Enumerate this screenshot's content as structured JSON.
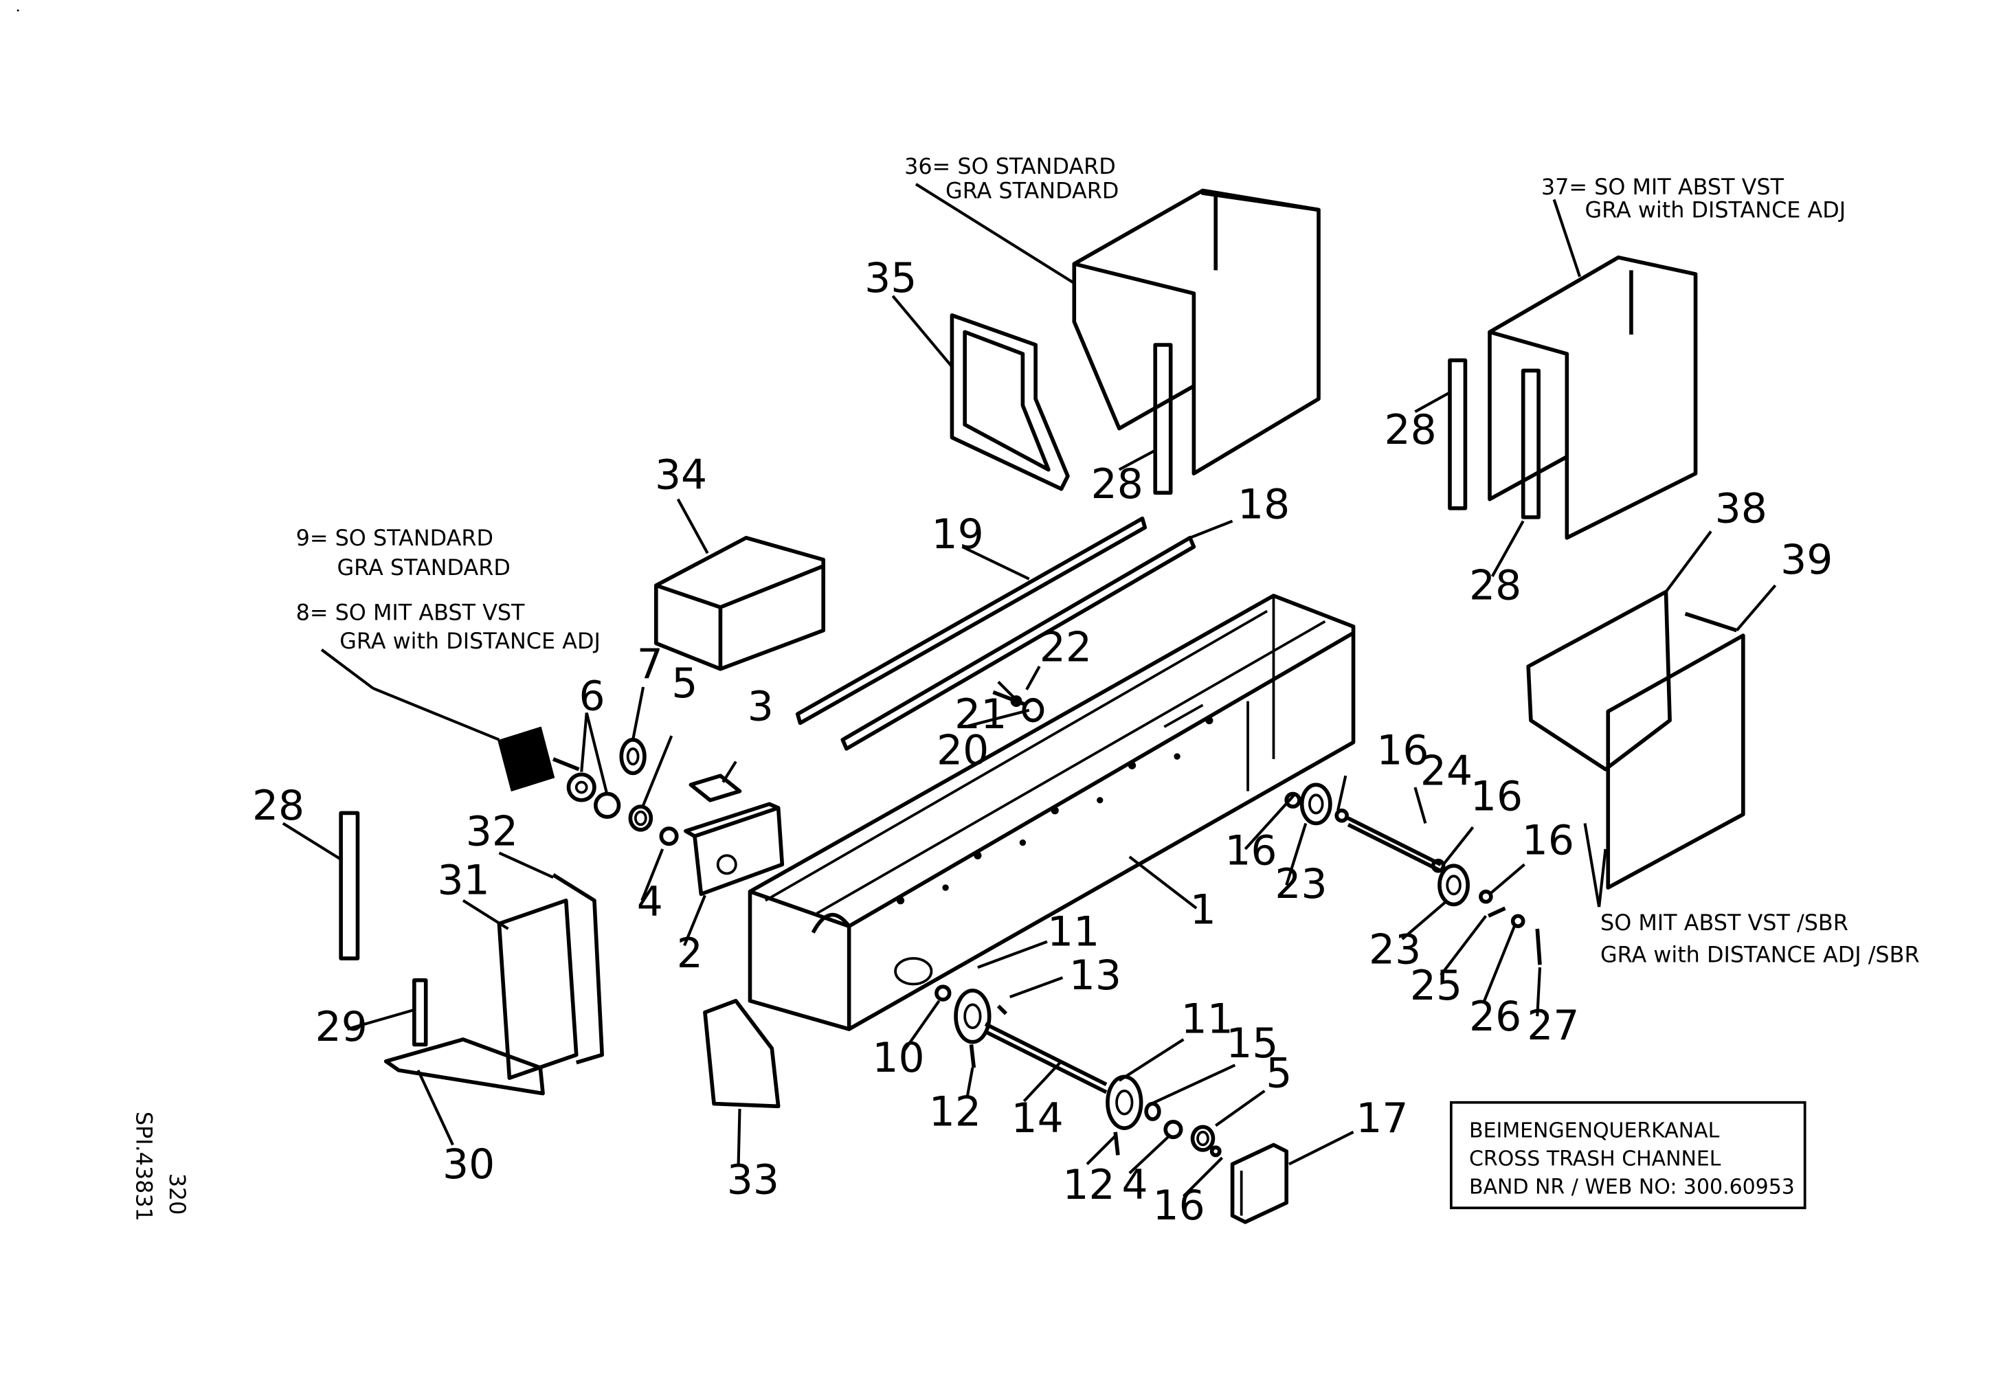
{
  "title_block": {
    "line1": "BEIMENGENQUERKANAL",
    "line2": "CROSS TRASH CHANNEL",
    "line3": "BAND NR / WEB NO: 300.60953"
  },
  "side_text": {
    "page_number": "320",
    "drawing_number": "SPI.43831"
  },
  "variant_notes": {
    "n36_line1": "36= SO STANDARD",
    "n36_line2": "GRA STANDARD",
    "n37_line1": "37= SO MIT ABST VST",
    "n37_line2": "GRA with DISTANCE ADJ",
    "n9_line1": "9= SO STANDARD",
    "n9_line2": "GRA STANDARD",
    "n8_line1": "8= SO MIT ABST VST",
    "n8_line2": "GRA with DISTANCE ADJ",
    "sbr_line1": "SO MIT ABST VST /SBR",
    "sbr_line2": "GRA with DISTANCE ADJ /SBR"
  },
  "callouts": {
    "p1": "1",
    "p2": "2",
    "p3": "3",
    "p4a": "4",
    "p4b": "4",
    "p5a": "5",
    "p5b": "5",
    "p6": "6",
    "p7": "7",
    "p10": "10",
    "p11a": "11",
    "p11b": "11",
    "p12a": "12",
    "p12b": "12",
    "p13": "13",
    "p14": "14",
    "p15": "15",
    "p16a": "16",
    "p16b": "16",
    "p16c": "16",
    "p16d": "16",
    "p16e": "16",
    "p17": "17",
    "p18": "18",
    "p19": "19",
    "p20": "20",
    "p21": "21",
    "p22": "22",
    "p23a": "23",
    "p23b": "23",
    "p24": "24",
    "p25": "25",
    "p26": "26",
    "p27": "27",
    "p28a": "28",
    "p28b": "28",
    "p28c": "28",
    "p28d": "28",
    "p29": "29",
    "p30": "30",
    "p31": "31",
    "p32": "32",
    "p33": "33",
    "p34": "34",
    "p35": "35",
    "p38": "38",
    "p39": "39"
  }
}
